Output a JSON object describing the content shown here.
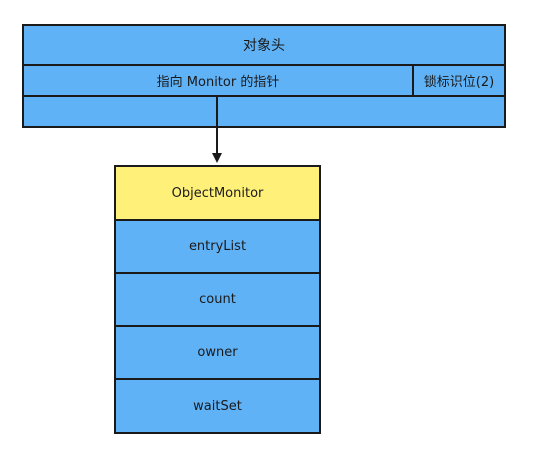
{
  "object_header": {
    "title": "对象头",
    "monitor_pointer": "指向 Monitor 的指针",
    "lock_flag": "锁标识位(2)",
    "empty_row": ""
  },
  "object_monitor": {
    "title": "ObjectMonitor",
    "fields": [
      "entryList",
      "count",
      "owner",
      "waitSet"
    ]
  },
  "colors": {
    "box_fill": "#60b2f7",
    "monitor_title_fill": "#fff07a",
    "border": "#1a1a1a"
  }
}
